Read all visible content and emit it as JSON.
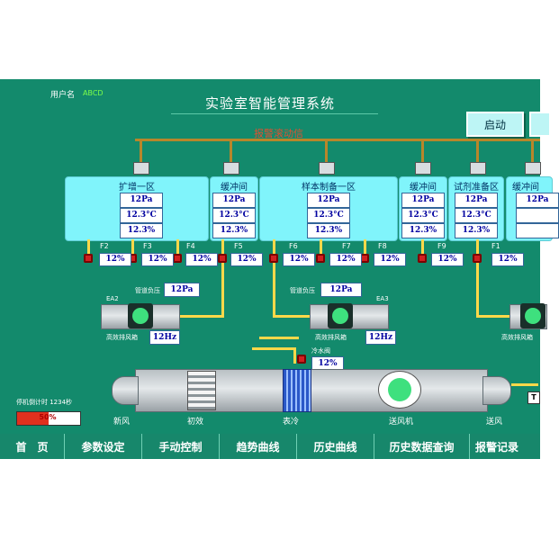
{
  "header": {
    "user_label": "用户名",
    "user_value": "ABCD",
    "title": "实验室智能管理系统",
    "start_button": "启动",
    "alarm_light": "报警滚动信"
  },
  "zones": [
    {
      "name": "扩增一区",
      "pressure": "12Pa",
      "temperature": "12.3°C",
      "humidity": "12.3%"
    },
    {
      "name": "缓冲间",
      "pressure": "12Pa",
      "temperature": "12.3°C",
      "humidity": "12.3%"
    },
    {
      "name": "样本制备一区",
      "pressure": "12Pa",
      "temperature": "12.3°C",
      "humidity": "12.3%"
    },
    {
      "name": "缓冲间",
      "pressure": "12Pa",
      "temperature": "12.3°C",
      "humidity": "12.3%"
    },
    {
      "name": "试剂准备区",
      "pressure": "12Pa",
      "temperature": "12.3°C",
      "humidity": "12.3%"
    },
    {
      "name": "缓冲间",
      "pressure": "12Pa",
      "temperature": "",
      "humidity": ""
    }
  ],
  "dampers": [
    {
      "name": "F2",
      "value": "12%"
    },
    {
      "name": "F3",
      "value": "12%"
    },
    {
      "name": "F4",
      "value": "12%"
    },
    {
      "name": "F5",
      "value": "12%"
    },
    {
      "name": "F6",
      "value": "12%"
    },
    {
      "name": "F7",
      "value": "12%"
    },
    {
      "name": "F8",
      "value": "12%"
    },
    {
      "name": "F9",
      "value": "12%"
    },
    {
      "name": "F1",
      "value": "12%"
    }
  ],
  "exhaust": [
    {
      "id": "EA2",
      "pipe_label": "管道负压",
      "pipe_value": "12Pa",
      "fan_label": "高效排风箱",
      "freq": "12Hz"
    },
    {
      "id": "EA3",
      "pipe_label": "管道负压",
      "pipe_value": "12Pa",
      "fan_label": "高效排风箱",
      "freq": "12Hz"
    }
  ],
  "cooling_valve": {
    "label": "冷水阀",
    "value": "12%"
  },
  "ahu": {
    "fresh_air": "新风",
    "primary_filter": "初效",
    "cooling": "表冷",
    "supply_fan": "送风机",
    "supply_air": "送风",
    "t_sensor": "T"
  },
  "countdown": {
    "label": "停机倒计时 1234秒",
    "percent_text": "50%",
    "percent": 0.5
  },
  "nav": [
    "首　页",
    "参数设定",
    "手动控制",
    "趋势曲线",
    "历史曲线",
    "历史数据查询",
    "报警记录"
  ],
  "colors": {
    "background": "#138a6c",
    "zone": "#80f4fb",
    "pipe": "#ffd84a",
    "valve": "#d02020"
  }
}
